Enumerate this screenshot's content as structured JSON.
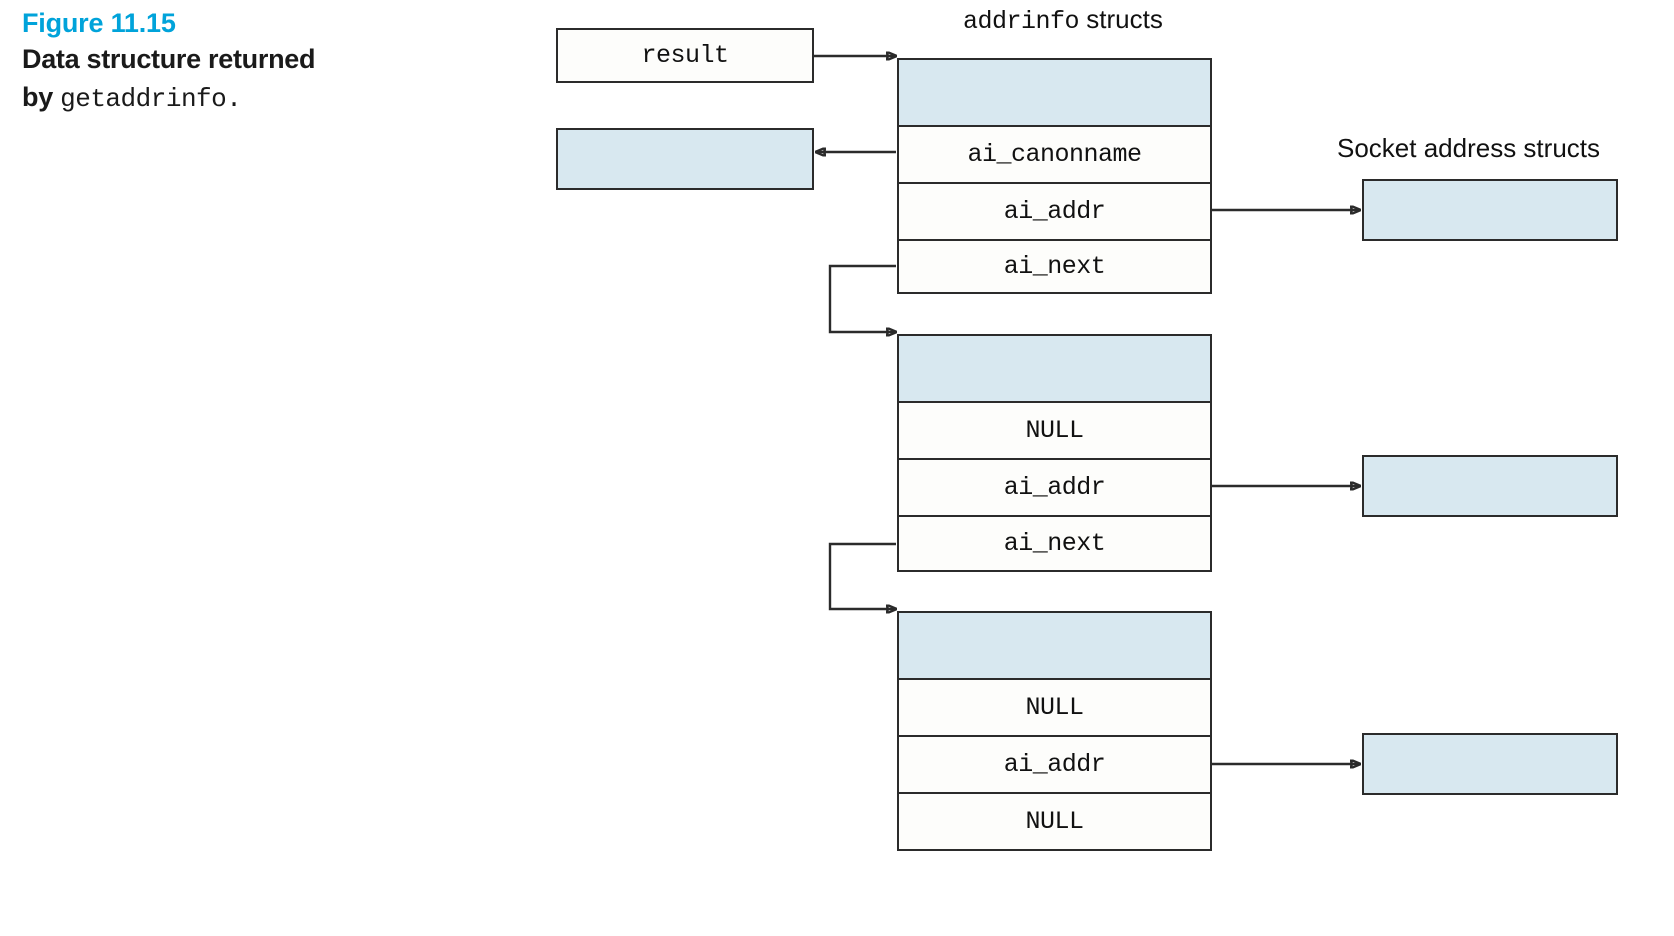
{
  "figure": {
    "number": "Figure 11.15",
    "caption_line1": "Data structure returned",
    "caption_line2_prefix": "by ",
    "caption_line2_mono": "getaddrinfo.",
    "accent_color": "#00a3da"
  },
  "headings": {
    "addrinfo_mono": "addrinfo",
    "addrinfo_suffix": " structs",
    "socket_address": "Socket address structs"
  },
  "pointer_box": {
    "label": "result"
  },
  "canonname_target": {
    "label": ""
  },
  "colors": {
    "fill_blue": "#d8e8f0",
    "stroke": "#2b2b2b",
    "page_bg": "#ffffff"
  },
  "structs": [
    {
      "name": "addrinfo-struct-1",
      "rows": [
        {
          "label": "",
          "filled": true
        },
        {
          "label": "ai_canonname",
          "filled": false
        },
        {
          "label": "ai_addr",
          "filled": false
        },
        {
          "label": "ai_next",
          "filled": false
        }
      ]
    },
    {
      "name": "addrinfo-struct-2",
      "rows": [
        {
          "label": "",
          "filled": true
        },
        {
          "label": "NULL",
          "filled": false
        },
        {
          "label": "ai_addr",
          "filled": false
        },
        {
          "label": "ai_next",
          "filled": false
        }
      ]
    },
    {
      "name": "addrinfo-struct-3",
      "rows": [
        {
          "label": "",
          "filled": true
        },
        {
          "label": "NULL",
          "filled": false
        },
        {
          "label": "ai_addr",
          "filled": false
        },
        {
          "label": "NULL",
          "filled": false
        }
      ]
    }
  ],
  "socket_address_structs": [
    {
      "label": ""
    },
    {
      "label": ""
    },
    {
      "label": ""
    }
  ]
}
